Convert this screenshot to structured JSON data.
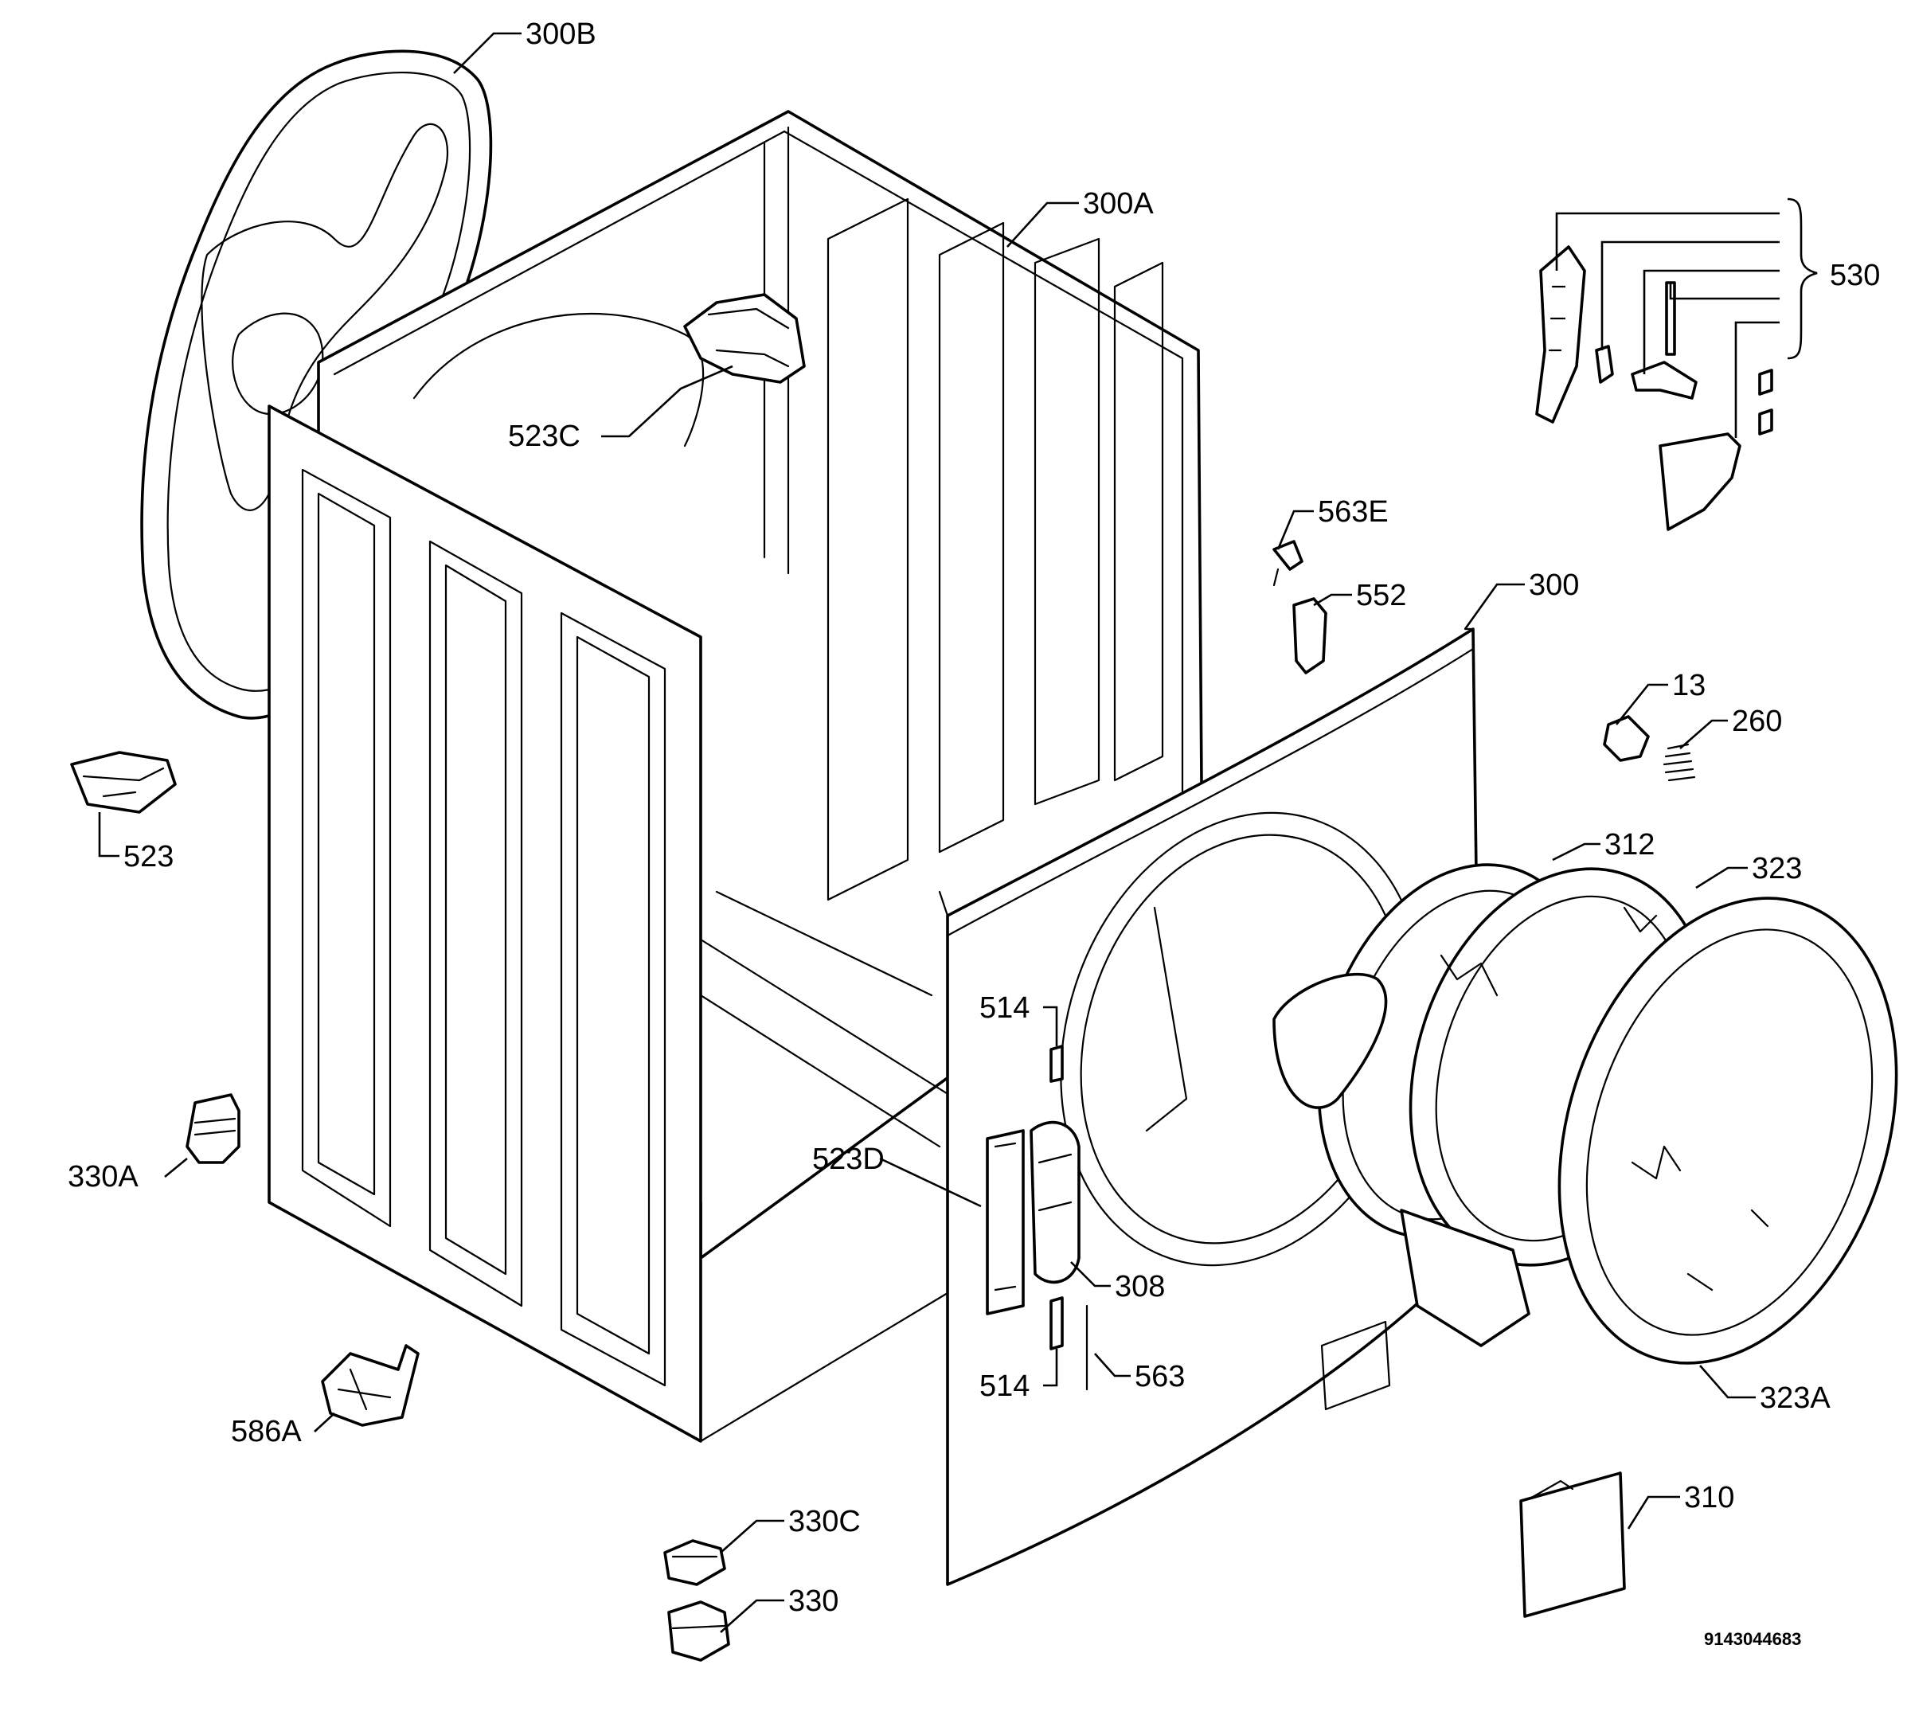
{
  "diagram": {
    "labels": {
      "l300B": "300B",
      "l300A": "300A",
      "l530": "530",
      "l523C": "523C",
      "l563E": "563E",
      "l552": "552",
      "l300": "300",
      "l13": "13",
      "l260": "260",
      "l523": "523",
      "l312": "312",
      "l323": "323",
      "l514a": "514",
      "l523D": "523D",
      "l330A": "330A",
      "l308": "308",
      "l514b": "514",
      "l563": "563",
      "l323A": "323A",
      "l586A": "586A",
      "l310": "310",
      "l330C": "330C",
      "l330": "330"
    },
    "drawing_number": "9143044683"
  }
}
